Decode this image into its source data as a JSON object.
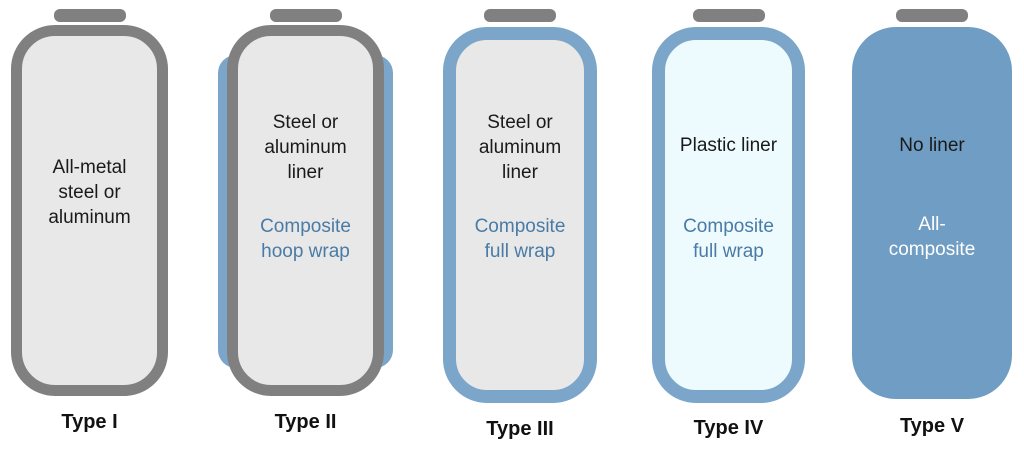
{
  "colors": {
    "metal_gray": "#808080",
    "steel_fill": "#e8e8e8",
    "composite_blue": "#7ba6c9",
    "composite_fill_blue": "#6f9dc4",
    "plastic_fill": "#eefbfe",
    "wrap_text_blue": "#4a7ba6",
    "type5_wrap_text": "#ffffff",
    "liner_text_black": "#1a1a1a",
    "label_black": "#111111"
  },
  "cylinders": [
    {
      "id": "type-1",
      "liner_text": "All-metal\nsteel or\naluminum",
      "wrap_text": "",
      "label": "Type I"
    },
    {
      "id": "type-2",
      "liner_text": "Steel or\naluminum\nliner",
      "wrap_text": "Composite\nhoop wrap",
      "label": "Type II"
    },
    {
      "id": "type-3",
      "liner_text": "Steel or\naluminum\nliner",
      "wrap_text": "Composite\nfull wrap",
      "label": "Type III"
    },
    {
      "id": "type-4",
      "liner_text": "Plastic liner",
      "wrap_text": "Composite\nfull wrap",
      "label": "Type IV"
    },
    {
      "id": "type-5",
      "liner_text": "No liner",
      "wrap_text": "All-\ncomposite",
      "label": "Type V"
    }
  ]
}
